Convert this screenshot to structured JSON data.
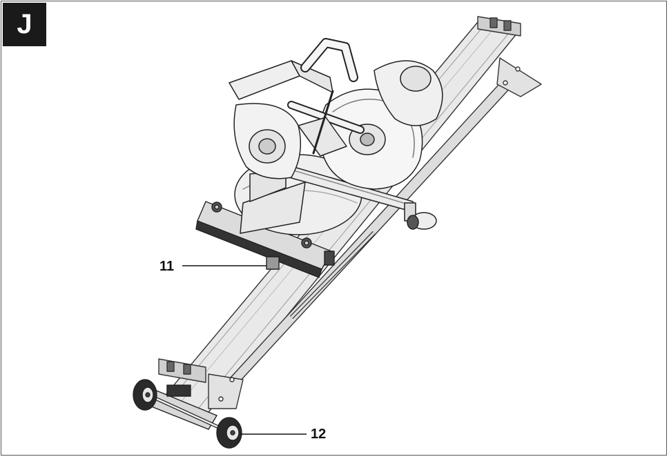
{
  "figure": {
    "badge_letter": "J"
  },
  "callouts": [
    {
      "id": "11",
      "label": "11"
    },
    {
      "id": "12",
      "label": "12"
    }
  ],
  "colors": {
    "badge_background": "#1a1a1a",
    "line_art": "#333333",
    "rail_fill": "#e8e8e8"
  }
}
